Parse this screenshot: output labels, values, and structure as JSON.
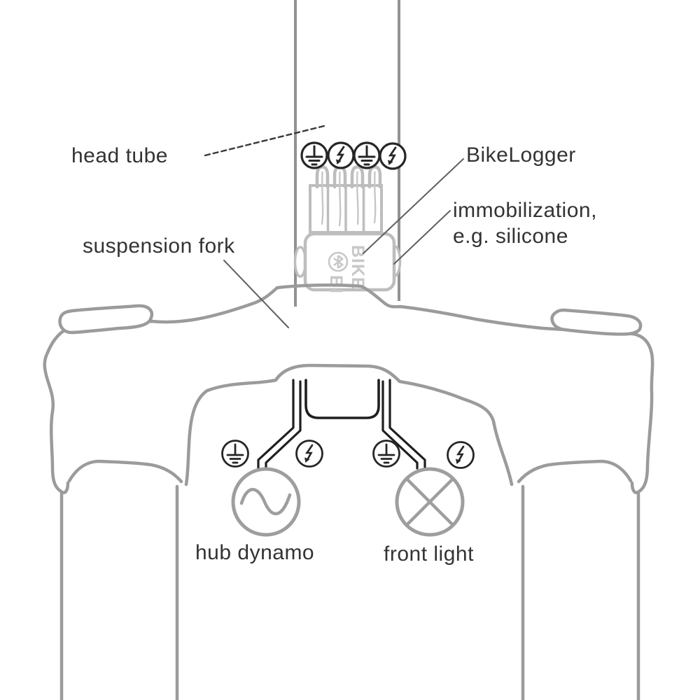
{
  "diagram": {
    "type": "technical-illustration",
    "subject": "BikeLogger device mounted between head tube and suspension fork crown, wired to hub dynamo and front light",
    "labels": {
      "head_tube": "head tube",
      "suspension_fork": "suspension fork",
      "bikelogger": "BikeLogger",
      "immobilization_line1": "immobilization,",
      "immobilization_line2": "e.g. silicone",
      "hub_dynamo": "hub dynamo",
      "front_light": "front light"
    },
    "device": {
      "logo_line1": "BIKE",
      "logo_line2": "BI",
      "logo_icon": "bluetooth-icon",
      "connector_count": 4
    },
    "connector_icons_top": [
      "ground-icon",
      "lightning-icon",
      "ground-icon",
      "lightning-icon"
    ],
    "wire_icons_bottom": [
      "ground-icon",
      "lightning-icon",
      "ground-icon",
      "lightning-icon"
    ],
    "symbols": {
      "hub_dynamo": "circle-with-sine-wave",
      "front_light": "circle-with-x-cross"
    },
    "colors": {
      "background": "#ffffff",
      "fork_outline": "#9b9b9b",
      "head_tube_line": "#929292",
      "device_outline": "#bdbdbd",
      "device_logo": "#c8c8c8",
      "wire": "#1f1f1f",
      "icon_stroke": "#262626",
      "leader_line": "#5f5f5f",
      "label_text": "#333333"
    }
  }
}
